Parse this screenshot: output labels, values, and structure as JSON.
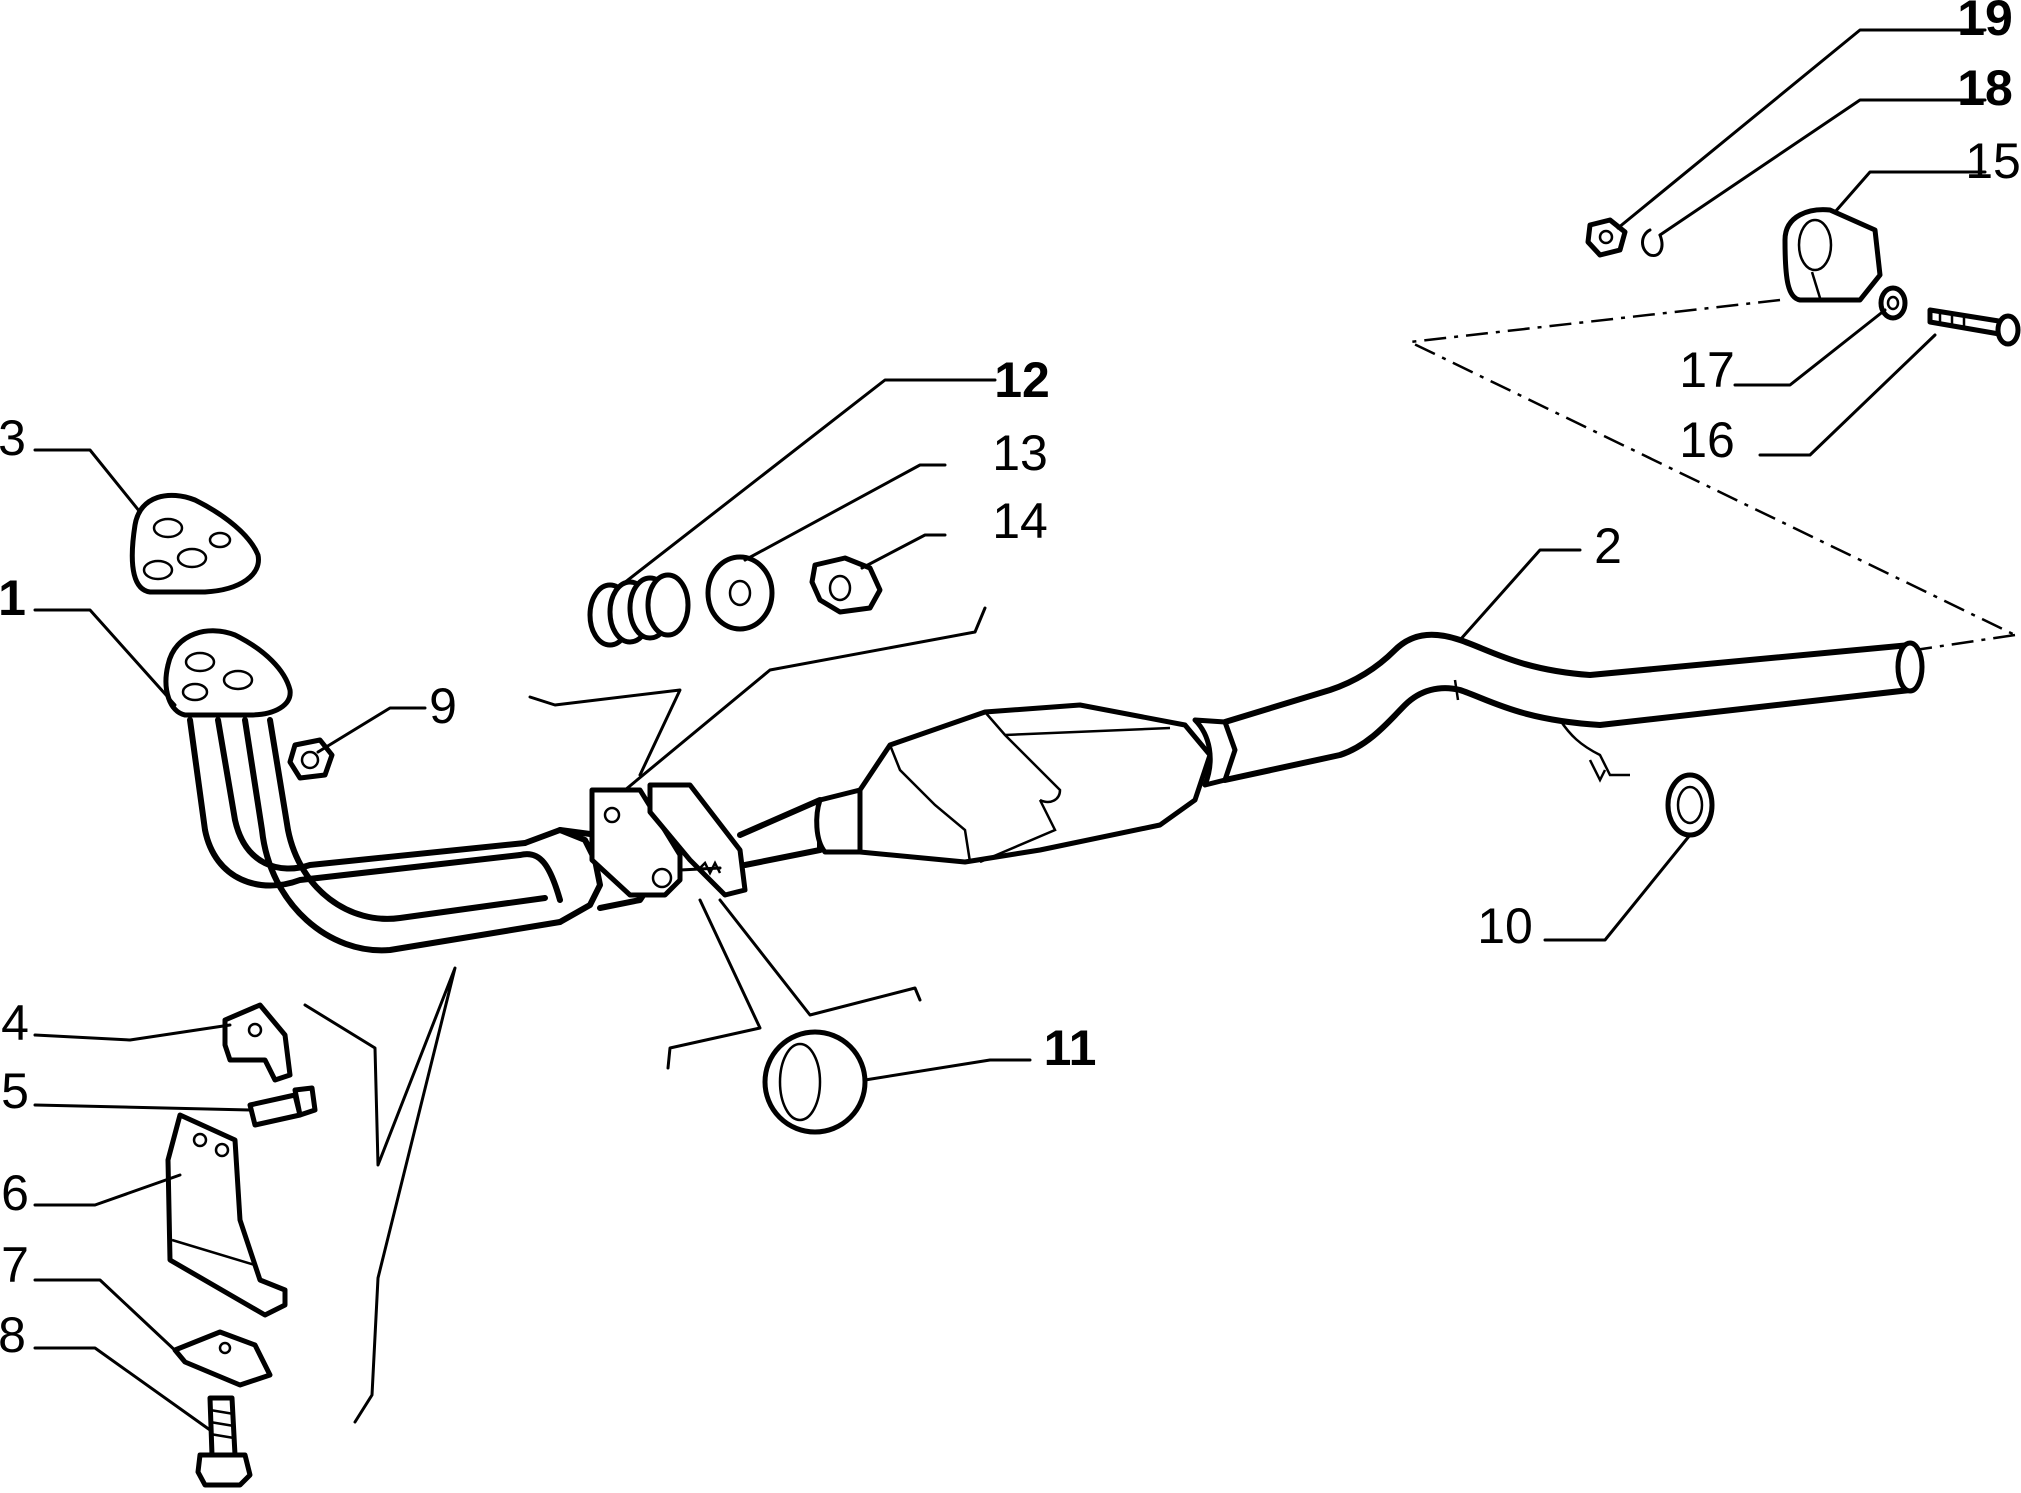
{
  "callouts": [
    {
      "id": "c1",
      "text": "1",
      "bold": true
    },
    {
      "id": "c2",
      "text": "2",
      "bold": false
    },
    {
      "id": "c3",
      "text": "3",
      "bold": false
    },
    {
      "id": "c4",
      "text": "4",
      "bold": false
    },
    {
      "id": "c5",
      "text": "5",
      "bold": false
    },
    {
      "id": "c6",
      "text": "6",
      "bold": false
    },
    {
      "id": "c7",
      "text": "7",
      "bold": false
    },
    {
      "id": "c8",
      "text": "8",
      "bold": false
    },
    {
      "id": "c9",
      "text": "9",
      "bold": false
    },
    {
      "id": "c10",
      "text": "10",
      "bold": false
    },
    {
      "id": "c11",
      "text": "11",
      "bold": true
    },
    {
      "id": "c12",
      "text": "12",
      "bold": true
    },
    {
      "id": "c13",
      "text": "13",
      "bold": false
    },
    {
      "id": "c14",
      "text": "14",
      "bold": false
    },
    {
      "id": "c15",
      "text": "15",
      "bold": false
    },
    {
      "id": "c16",
      "text": "16",
      "bold": false
    },
    {
      "id": "c17",
      "text": "17",
      "bold": false
    },
    {
      "id": "c18",
      "text": "18",
      "bold": true
    },
    {
      "id": "c19",
      "text": "19",
      "bold": true
    }
  ]
}
